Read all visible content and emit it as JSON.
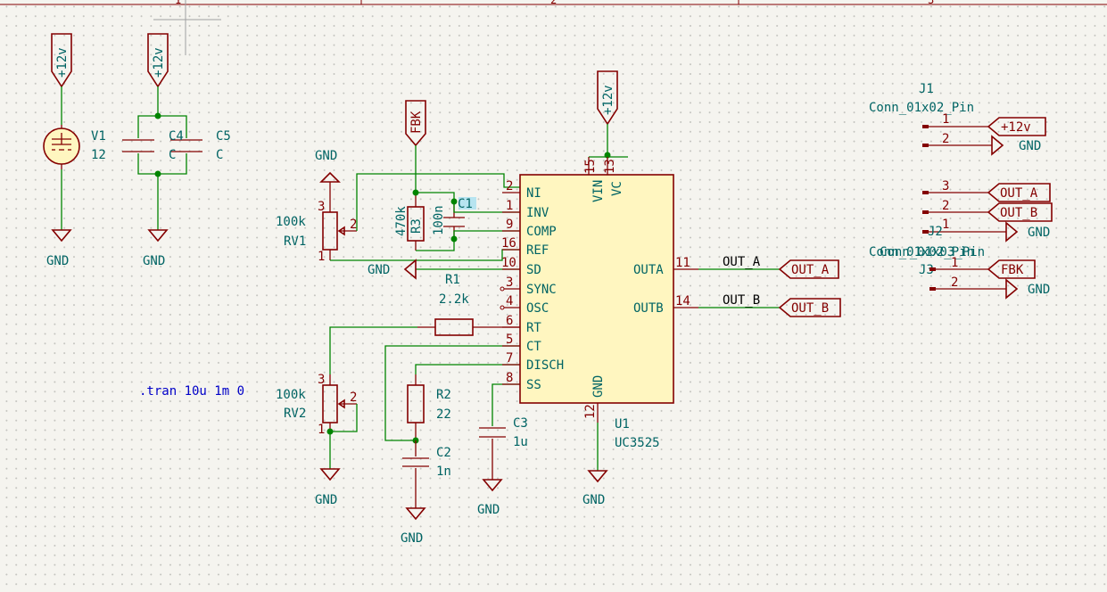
{
  "sheet": {
    "border_numbers": [
      "1",
      "2",
      "3"
    ],
    "spice_directive": ".tran 10u 1m 0"
  },
  "colors": {
    "background": "#f5f4ef",
    "wire": "#008400",
    "symbol_body": "#840000",
    "symbol_fill": "#fff6c0",
    "text_ref": "#006464",
    "directive": "#0000c8"
  },
  "power": {
    "p12_label": "+12v",
    "gnd_label": "GND",
    "fbk_label": "FBK"
  },
  "components": {
    "V1": {
      "ref": "V1",
      "value": "12"
    },
    "C4": {
      "ref": "C4",
      "value": "C"
    },
    "C5": {
      "ref": "C5",
      "value": "C"
    },
    "RV1": {
      "ref": "RV1",
      "value": "100k",
      "pins": [
        "3",
        "2",
        "1"
      ]
    },
    "RV2": {
      "ref": "RV2",
      "value": "100k",
      "pins": [
        "3",
        "2",
        "1"
      ]
    },
    "R3": {
      "ref": "R3",
      "value": "470k"
    },
    "C1": {
      "ref": "C1",
      "value": "100n"
    },
    "R1": {
      "ref": "R1",
      "value": "2.2k"
    },
    "R2": {
      "ref": "R2",
      "value": "22"
    },
    "C2": {
      "ref": "C2",
      "value": "1n"
    },
    "C3": {
      "ref": "C3",
      "value": "1u"
    },
    "U1": {
      "ref": "U1",
      "value": "UC3525",
      "left_pins": [
        {
          "num": "2",
          "name": "NI"
        },
        {
          "num": "1",
          "name": "INV"
        },
        {
          "num": "9",
          "name": "COMP"
        },
        {
          "num": "16",
          "name": "REF"
        },
        {
          "num": "10",
          "name": "SD"
        },
        {
          "num": "3",
          "name": "SYNC"
        },
        {
          "num": "4",
          "name": "OSC"
        },
        {
          "num": "6",
          "name": "RT"
        },
        {
          "num": "5",
          "name": "CT"
        },
        {
          "num": "7",
          "name": "DISCH"
        },
        {
          "num": "8",
          "name": "SS"
        }
      ],
      "top_pins": [
        {
          "num": "15",
          "name": "VIN"
        },
        {
          "num": "13",
          "name": "VC"
        }
      ],
      "bottom_pin": {
        "num": "12",
        "name": "GND"
      },
      "right_pins": [
        {
          "num": "11",
          "name": "OUTA"
        },
        {
          "num": "14",
          "name": "OUTB"
        }
      ]
    },
    "J1": {
      "ref": "J1",
      "value": "Conn_01x02_Pin",
      "pins": [
        "1",
        "2"
      ]
    },
    "J2": {
      "ref": "J2",
      "value": "Conn_01x03_Pin",
      "pins": [
        "3",
        "2",
        "1"
      ]
    },
    "J3": {
      "ref": "J3",
      "value": "Conn_01x02_Pin",
      "pins": [
        "1",
        "2"
      ]
    }
  },
  "nets": {
    "out_a": "OUT_A",
    "out_b": "OUT_B"
  }
}
